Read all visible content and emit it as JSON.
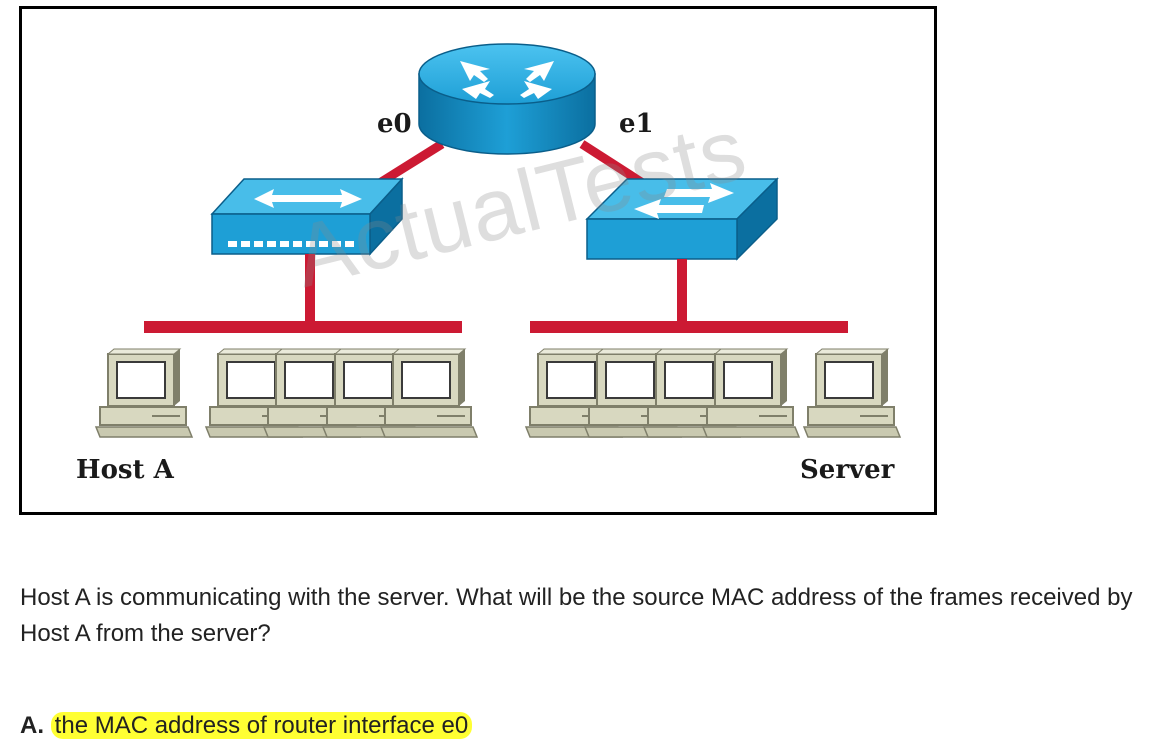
{
  "diagram": {
    "interface_left": "e0",
    "interface_right": "e1",
    "host_label": "Host A",
    "server_label": "Server",
    "watermark": "ActualTests",
    "colors": {
      "device_blue": "#1e9fd6",
      "device_dark": "#0b6fa0",
      "link_red": "#cc1a33",
      "pc_beige": "#d8d8c0",
      "pc_shadow": "#7f7f6a",
      "frame": "#000000"
    },
    "icons": [
      "router-icon",
      "hub-icon",
      "switch-icon",
      "pc-icon"
    ]
  },
  "question": {
    "text": "Host A is communicating with the server. What will be the source MAC address of the frames received by Host A from the server?"
  },
  "answer": {
    "letter": "A.",
    "text": "the MAC address of router interface e0",
    "highlight_color": "#ffff33"
  }
}
